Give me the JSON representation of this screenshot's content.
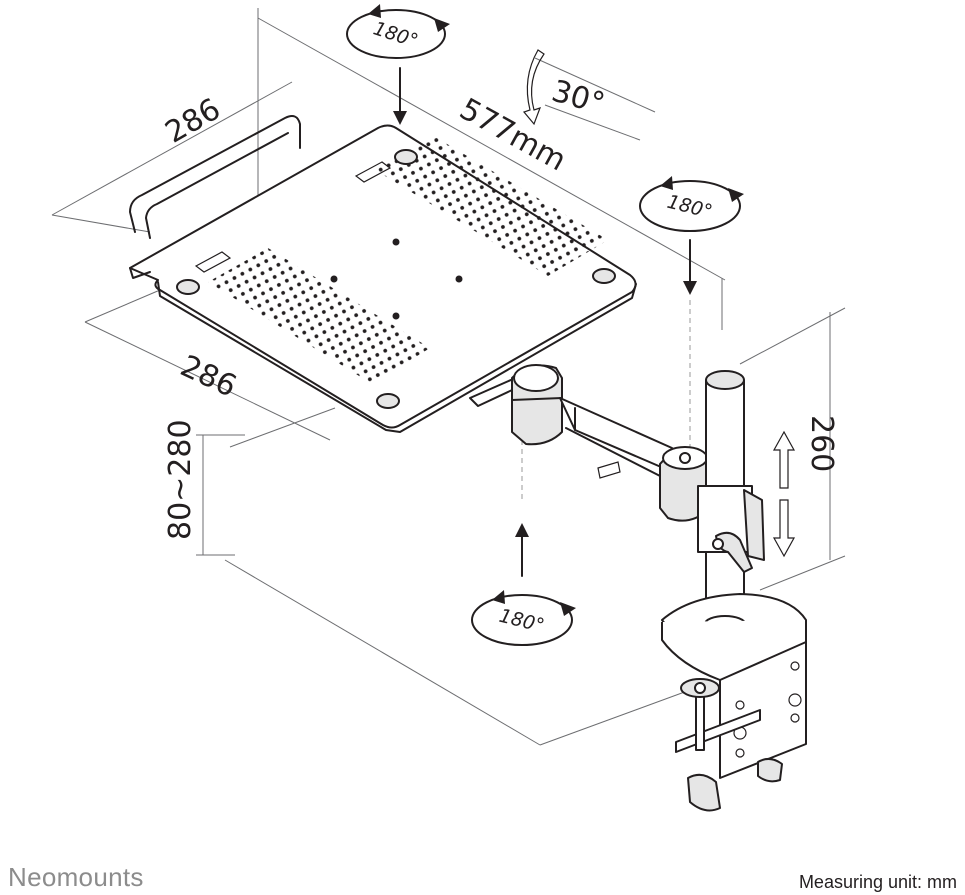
{
  "dimensions": {
    "tray_width": "286",
    "tray_depth": "286",
    "arm_reach": "577mm",
    "tilt": "30°",
    "pole_height": "260",
    "height_range": "80~280"
  },
  "rotations": {
    "tray_top": "180°",
    "arm_joint": "180°",
    "tray_bottom": "180°"
  },
  "footer": {
    "brand": "Neomounts",
    "unit_note": "Measuring unit: mm"
  },
  "colors": {
    "ink": "#231f20",
    "brand_grey": "#8c8c8c"
  }
}
